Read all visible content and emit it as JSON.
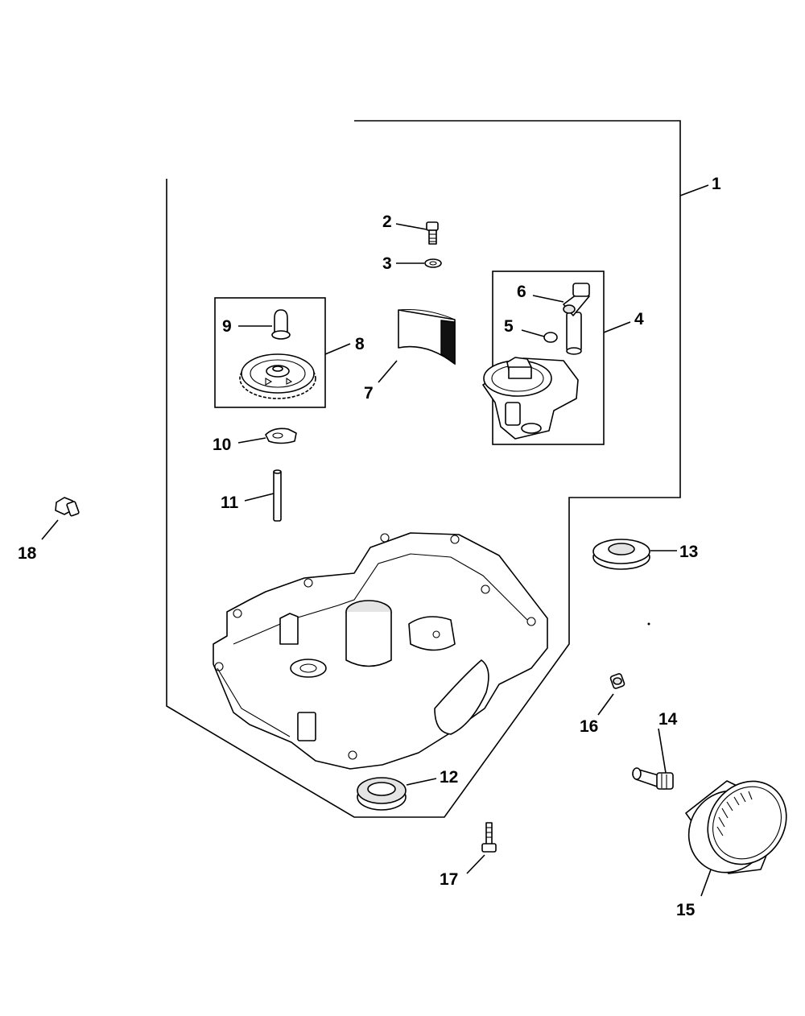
{
  "callouts": {
    "c1": "1",
    "c2": "2",
    "c3": "3",
    "c4": "4",
    "c5": "5",
    "c6": "6",
    "c7": "7",
    "c8": "8",
    "c9": "9",
    "c10": "10",
    "c11": "11",
    "c12": "12",
    "c13": "13",
    "c14": "14",
    "c15": "15",
    "c16": "16",
    "c17": "17",
    "c18": "18"
  },
  "colors": {
    "line": "#000000",
    "background": "#ffffff",
    "shade": "#e4e4e4"
  }
}
